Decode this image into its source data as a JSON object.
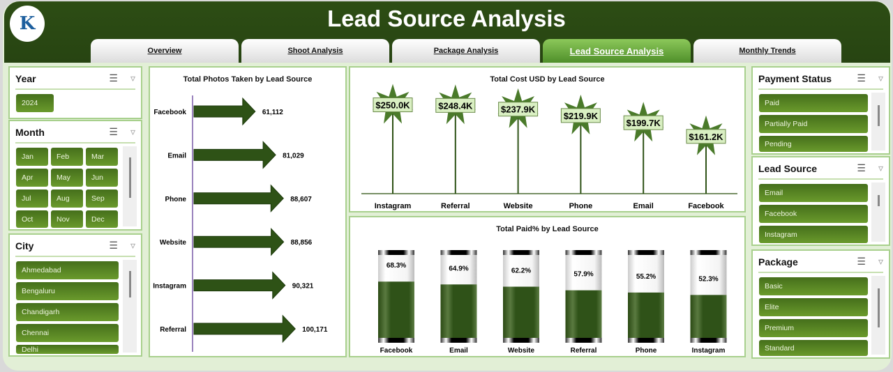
{
  "header": {
    "title": "Lead Source Analysis",
    "logo_text": "K"
  },
  "tabs": [
    {
      "label": "Overview"
    },
    {
      "label": "Shoot Analysis"
    },
    {
      "label": "Package Analysis"
    },
    {
      "label": "Lead Source Analysis",
      "active": true
    },
    {
      "label": "Monthly Trends"
    }
  ],
  "slicers": {
    "year": {
      "title": "Year",
      "items": [
        "2024"
      ]
    },
    "month": {
      "title": "Month",
      "items": [
        "Jan",
        "Feb",
        "Mar",
        "Apr",
        "May",
        "Jun",
        "Jul",
        "Aug",
        "Sep",
        "Oct",
        "Nov",
        "Dec"
      ]
    },
    "city": {
      "title": "City",
      "items": [
        "Ahmedabad",
        "Bengaluru",
        "Chandigarh",
        "Chennai",
        "Delhi"
      ]
    },
    "payment": {
      "title": "Payment Status",
      "items": [
        "Paid",
        "Partially Paid",
        "Pending"
      ]
    },
    "lead": {
      "title": "Lead Source",
      "items": [
        "Email",
        "Facebook",
        "Instagram"
      ]
    },
    "package": {
      "title": "Package",
      "items": [
        "Basic",
        "Elite",
        "Premium",
        "Standard"
      ]
    }
  },
  "icons": {
    "multiselect": "multi-select-icon",
    "clear_filter": "clear-filter-icon"
  },
  "colors": {
    "header": "#2d4d14",
    "accent": "#4f8f2a",
    "bar": "#2e5216",
    "marker": "#4a7a2a",
    "label_bg": "#d9efc2"
  },
  "chart_data": [
    {
      "type": "bar",
      "orientation": "horizontal",
      "title": "Total Photos Taken by Lead Source",
      "categories": [
        "Facebook",
        "Email",
        "Phone",
        "Website",
        "Instagram",
        "Referral"
      ],
      "values": [
        61112,
        81029,
        88607,
        88856,
        90321,
        100171
      ],
      "labels": [
        "61,112",
        "81,029",
        "88,607",
        "88,856",
        "90,321",
        "100,171"
      ]
    },
    {
      "type": "lollipop",
      "title": "Total Cost USD by Lead Source",
      "categories": [
        "Instagram",
        "Referral",
        "Website",
        "Phone",
        "Email",
        "Facebook"
      ],
      "values": [
        250.0,
        248.4,
        237.9,
        219.9,
        199.7,
        161.2
      ],
      "labels": [
        "$250.0K",
        "$248.4K",
        "$237.9K",
        "$219.9K",
        "$199.7K",
        "$161.2K"
      ],
      "unit": "K USD"
    },
    {
      "type": "bar",
      "title": "Total Paid% by Lead Source",
      "categories": [
        "Facebook",
        "Email",
        "Website",
        "Referral",
        "Phone",
        "Instagram"
      ],
      "values": [
        68.3,
        64.9,
        62.2,
        57.9,
        55.2,
        52.3
      ],
      "labels": [
        "68.3%",
        "64.9%",
        "62.2%",
        "57.9%",
        "55.2%",
        "52.3%"
      ],
      "ylim": [
        0,
        100
      ]
    }
  ]
}
